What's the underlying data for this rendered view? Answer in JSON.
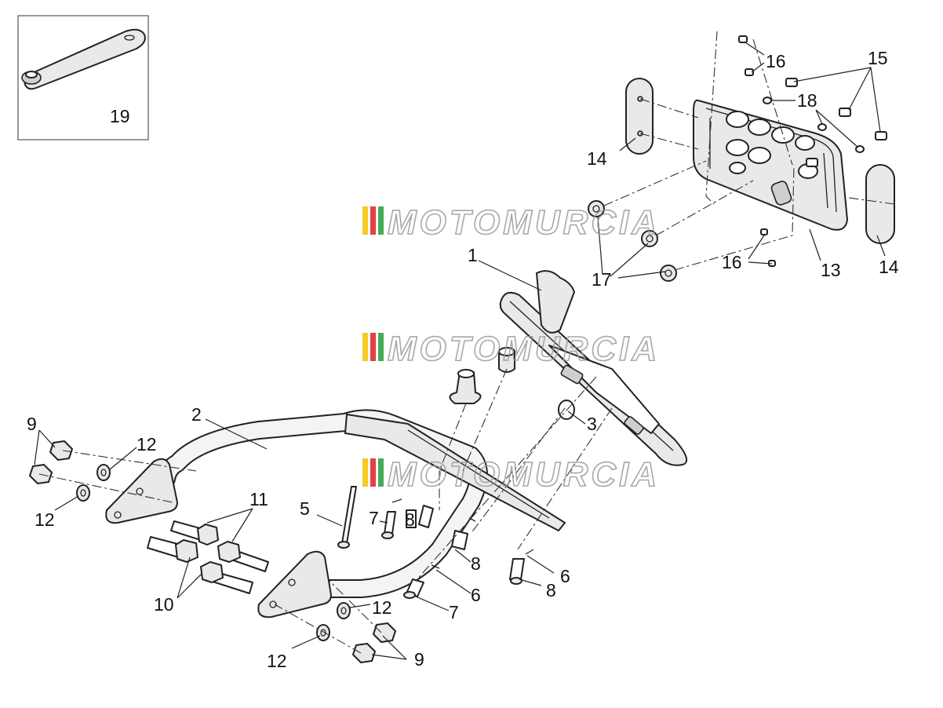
{
  "diagram": {
    "watermark_text": "MOTOMURCIA",
    "watermark_colors": [
      "#f2c400",
      "#e02020",
      "#2a9d3a"
    ],
    "callouts": {
      "c1": "1",
      "c2": "2",
      "c3": "3",
      "c5": "5",
      "c6a": "6",
      "c6b": "6",
      "c7a": "7",
      "c7b": "7",
      "c8a": "8",
      "c8b": "8",
      "c8c": "8",
      "c9a": "9",
      "c9b": "9",
      "c10": "10",
      "c11": "11",
      "c12a": "12",
      "c12b": "12",
      "c12c": "12",
      "c12d": "12",
      "c13": "13",
      "c14a": "14",
      "c14b": "14",
      "c15": "15",
      "c16a": "16",
      "c16b": "16",
      "c17": "17",
      "c18": "18",
      "c19": "19"
    }
  }
}
